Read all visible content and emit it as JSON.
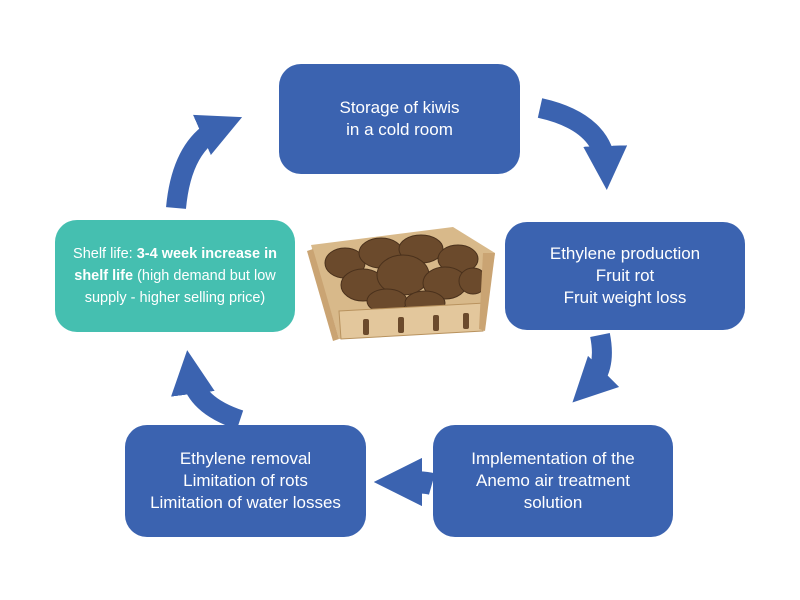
{
  "colors": {
    "box_blue": "#3b63b0",
    "box_teal": "#45bfb0",
    "arrow": "#3b63b0",
    "text": "#ffffff"
  },
  "steps": {
    "storage": [
      "Storage of kiwis",
      "in a cold room"
    ],
    "ethylene_production": [
      "Ethylene production",
      "Fruit rot",
      "Fruit weight loss"
    ],
    "implementation": [
      "Implementation of the",
      "Anemo air treatment",
      "solution"
    ],
    "removal": [
      "Ethylene removal",
      "Limitation of rots",
      "Limitation of water losses"
    ],
    "shelf_life": {
      "label": "Shelf life: ",
      "highlight": "3-4 week increase in shelf life",
      "detail": " (high demand but low supply - higher selling price)"
    }
  },
  "image": {
    "subject": "basket of kiwi fruits",
    "icon": "kiwi-basket-image"
  }
}
